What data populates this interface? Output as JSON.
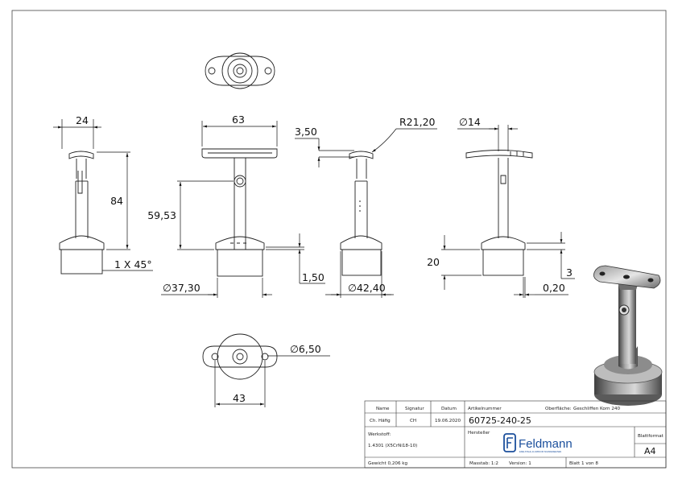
{
  "dimensions": {
    "d24": "24",
    "d84": "84",
    "d1x45": "1 X 45°",
    "d63": "63",
    "d5953": "59,53",
    "d3730": "∅37,30",
    "d150": "1,50",
    "d350": "3,50",
    "dR2120": "R21,20",
    "d4240": "∅42,40",
    "d14": "∅14",
    "d20": "20",
    "d3": "3",
    "d020": "0,20",
    "d650": "∅6,50",
    "d43": "43"
  },
  "title_block": {
    "name_label": "Name",
    "signature_label": "Signatur",
    "date_label": "Datum",
    "article_label": "Artikelnummer",
    "surface_label": "Oberfläche:",
    "surface_value": "Geschliffen Korn 240",
    "name_value": "Ch. Häfig",
    "signature_value": "CH",
    "date_value": "19.06.2020",
    "article_value": "60725-240-25",
    "material_label": "Werkstoff:",
    "material_value": "1.4301 (X5CrNi18-10)",
    "manufacturer_label": "Hersteller",
    "logo_text": "Feldmann",
    "logo_tagline": "EDELSTAHL ALUMINIUM SCHMIEDEEISEN",
    "format_label": "Blattformat",
    "format_value": "A4",
    "weight_label": "Gewicht 0,206 kg",
    "scale_label": "Masstab: 1:2",
    "version_label": "Version: 1",
    "sheet_label": "Blatt 1 von 8"
  }
}
